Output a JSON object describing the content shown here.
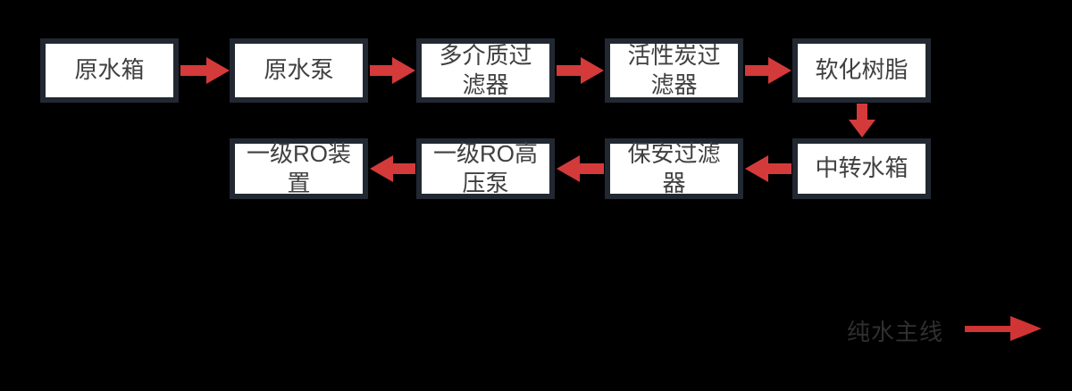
{
  "diagram": {
    "type": "process-flowchart",
    "subject": "RO water treatment pretreatment flow",
    "nodes": [
      {
        "id": "raw-water-tank",
        "label": "原水箱"
      },
      {
        "id": "raw-water-pump",
        "label": "原水泵"
      },
      {
        "id": "multi-media-filter",
        "label": "多介质过\n滤器"
      },
      {
        "id": "activated-carbon-filter",
        "label": "活性炭过\n滤器"
      },
      {
        "id": "softening-resin",
        "label": "软化树脂"
      },
      {
        "id": "transfer-water-tank",
        "label": "中转水箱"
      },
      {
        "id": "security-filter",
        "label": "保安过滤\n器"
      },
      {
        "id": "stage1-ro-high-pressure-pump",
        "label": "一级RO高\n压泵"
      },
      {
        "id": "stage1-ro-unit",
        "label": "一级RO装\n置"
      }
    ],
    "flow_order": [
      "原水箱",
      "原水泵",
      "多介质过滤器",
      "活性炭过滤器",
      "软化树脂",
      "中转水箱",
      "保安过滤器",
      "一级RO高压泵",
      "一级RO装置"
    ],
    "legend": {
      "label": "纯水主线"
    },
    "colors": {
      "background": "#000000",
      "box_border": "#222831",
      "box_fill": "#ffffff",
      "box_text": "#404040",
      "arrow_red": "#d43a3a",
      "legend_text": "#2f2f2f"
    }
  }
}
